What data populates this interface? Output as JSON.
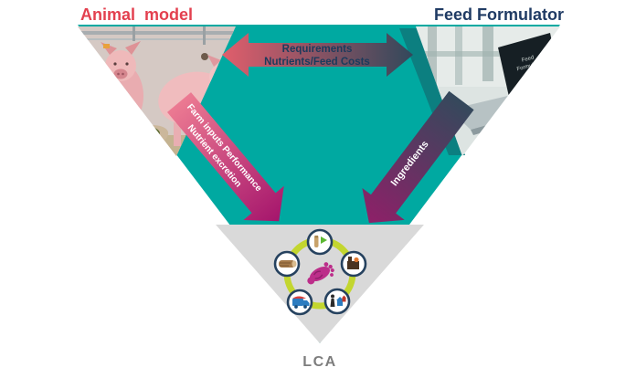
{
  "titles": {
    "animal_model": "Animal  model",
    "feed_formulator": "Feed Formulator"
  },
  "arrows": {
    "requirements": {
      "line1": "Requirements",
      "line2": "Nutrients/Feed Costs"
    },
    "farm": {
      "line1": "Farm inputs  Performance",
      "line2": "Nutrient excretion"
    },
    "ingredients": {
      "label": "Ingredients"
    }
  },
  "laptop_screen": {
    "line1": "Feed",
    "line2": "Formulator"
  },
  "lca": {
    "label": "LCA",
    "stages": [
      "production",
      "processing",
      "raw-materials",
      "transport",
      "consumption"
    ]
  },
  "colors": {
    "teal": "#00A9A1",
    "teal_dark_stripe": "#0C7F80",
    "gray_triangle": "#D9D9D9",
    "title_red": "#E3404F",
    "title_navy": "#203B64",
    "arrow_text_navy": "#1C3A5C",
    "ring_green": "#C3D62F",
    "circle_border_navy": "#26425F",
    "footprint_magenta": "#BC2E8A",
    "lca_gray": "#7D7D7D"
  }
}
